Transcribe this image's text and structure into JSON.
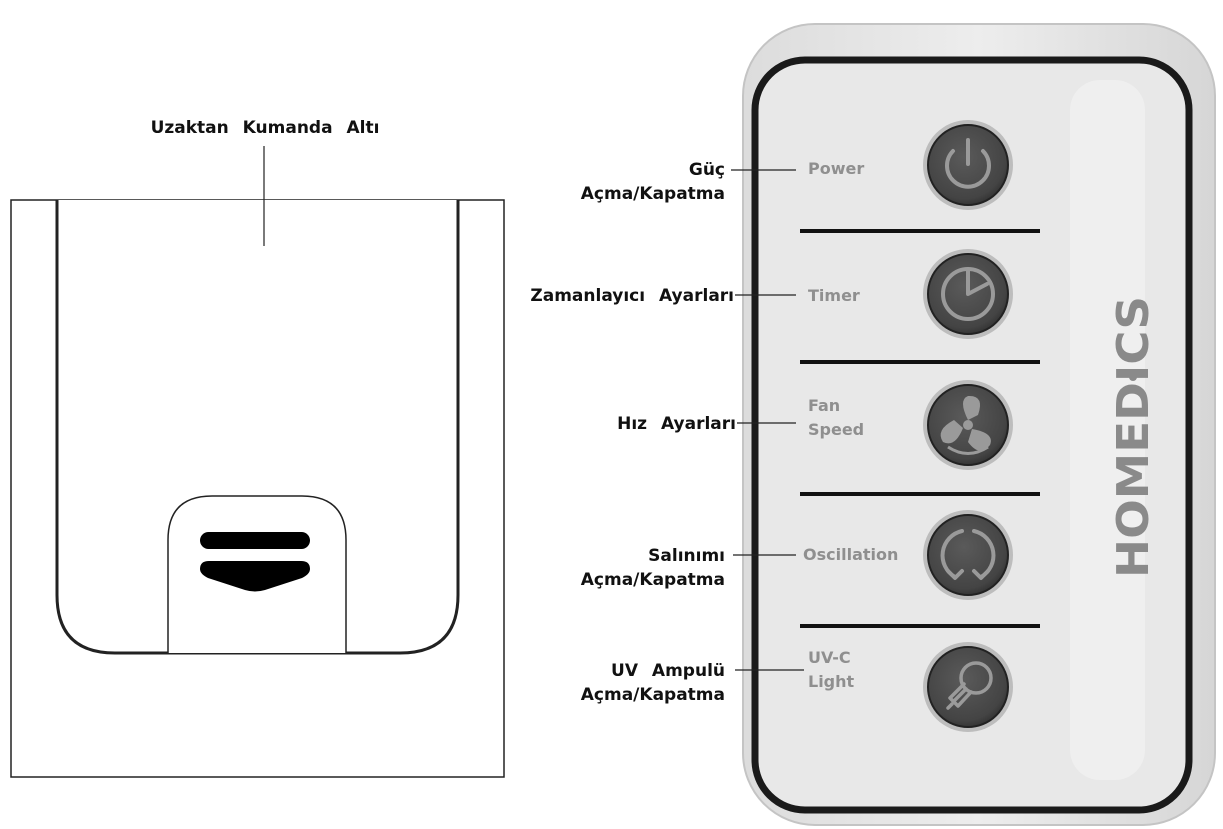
{
  "bottom_view": {
    "title": "Uzaktan Kumanda Altı"
  },
  "remote": {
    "brand": "HOMEDICS",
    "buttons": [
      {
        "label_lines": [
          "Power"
        ],
        "icon": "power-icon",
        "callout_lines": [
          "Güç",
          "Açma/Kapatma"
        ]
      },
      {
        "label_lines": [
          "Timer"
        ],
        "icon": "timer-icon",
        "callout_lines": [
          "Zamanlayıcı Ayarları"
        ]
      },
      {
        "label_lines": [
          "Fan",
          "Speed"
        ],
        "icon": "fan-icon",
        "callout_lines": [
          "Hız Ayarları"
        ]
      },
      {
        "label_lines": [
          "Oscillation"
        ],
        "icon": "oscillation-icon",
        "callout_lines": [
          "Salınımı",
          "Açma/Kapatma"
        ]
      },
      {
        "label_lines": [
          "UV-C",
          "Light"
        ],
        "icon": "light-bulb-icon",
        "callout_lines": [
          "UV Ampulü",
          "Açma/Kapatma"
        ]
      }
    ]
  },
  "colors": {
    "remote_body": "#e9e9e9",
    "button_fill": "#4a4a4a",
    "label_gray": "#8f8f8f"
  }
}
